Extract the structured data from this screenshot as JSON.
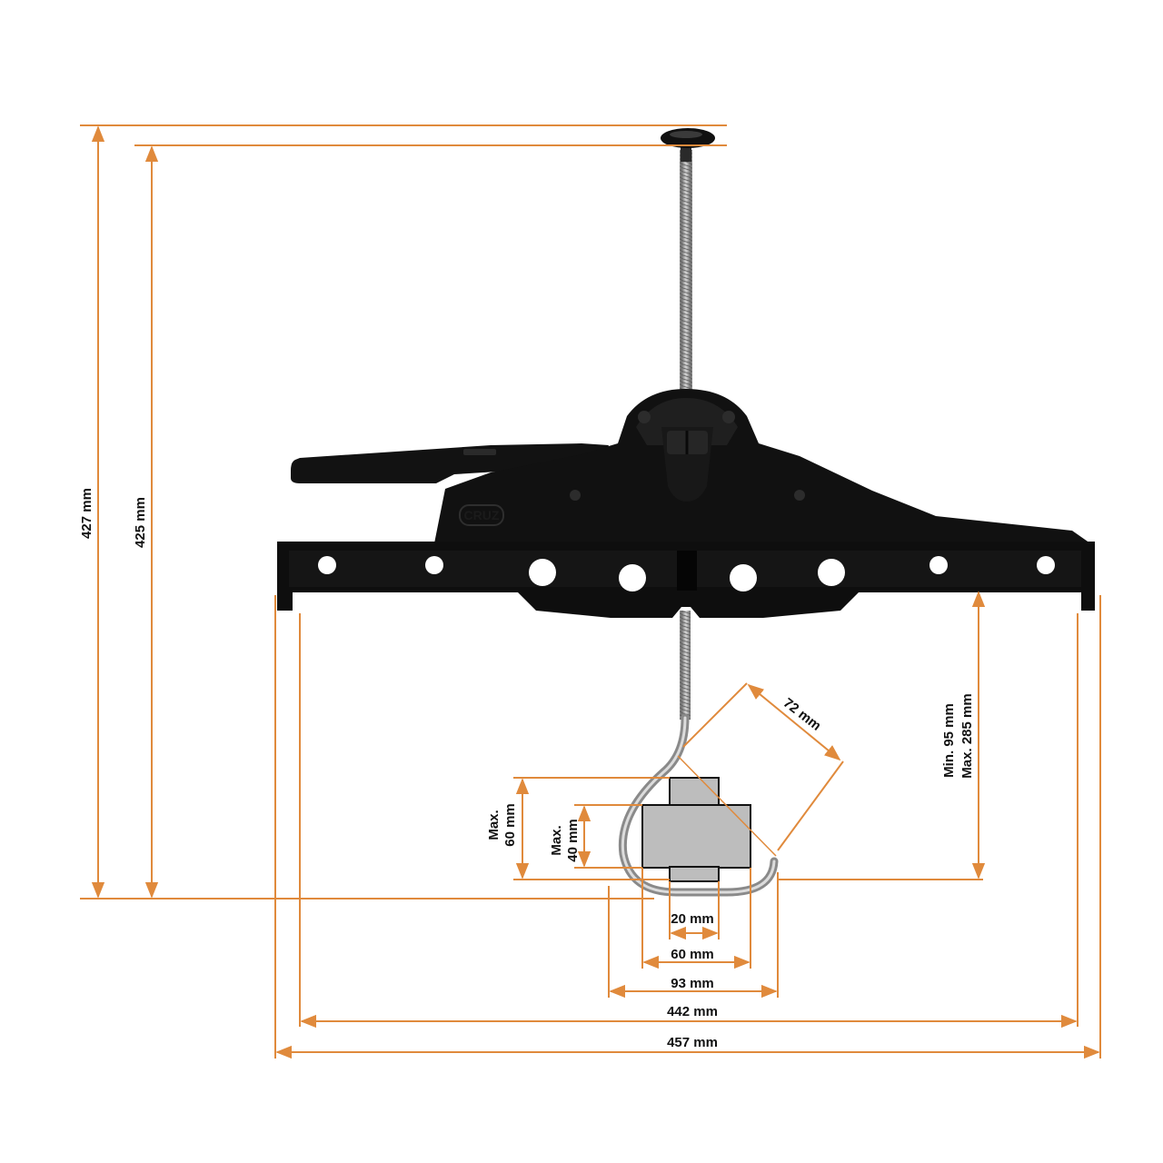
{
  "colors": {
    "dimension_line": "#e08a3c",
    "body": "#0f0f0f",
    "body_highlight": "#222222",
    "rod": "#9a9a9a",
    "block": "#b8b8b8",
    "hole": "#ffffff",
    "text": "#111111"
  },
  "product": {
    "brand": "CRUZ"
  },
  "dimensions": {
    "total_height": "427 mm",
    "height": "425 mm",
    "range_min": "Min. 95 mm",
    "range_max": "Max. 285 mm",
    "hook_opening": "72 mm",
    "max_outer_height_line1": "Max.",
    "max_outer_height_line2": "60 mm",
    "max_inner_height_line1": "Max.",
    "max_inner_height_line2": "40 mm",
    "inner_width": "20 mm",
    "block_width": "60 mm",
    "hook_width": "93 mm",
    "inner_span": "442 mm",
    "total_width": "457 mm"
  }
}
